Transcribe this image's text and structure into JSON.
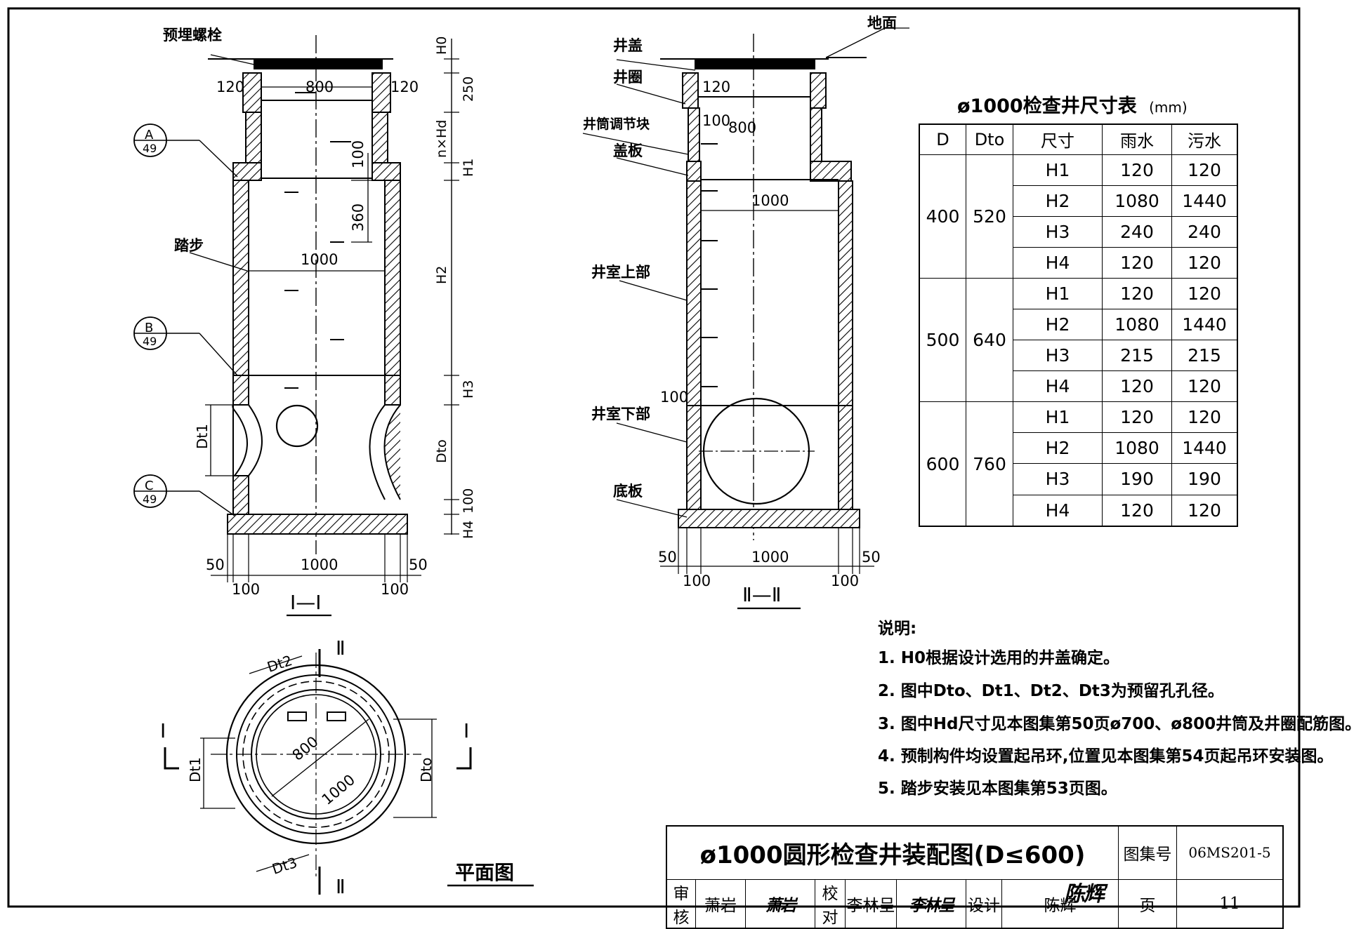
{
  "section1": {
    "label_bolt": "预埋螺栓",
    "label_step": "踏步",
    "callout_a": {
      "letter": "A",
      "page": "49"
    },
    "callout_b": {
      "letter": "B",
      "page": "49"
    },
    "callout_c": {
      "letter": "C",
      "page": "49"
    },
    "dim_120_left": "120",
    "dim_120_right": "120",
    "dim_800": "800",
    "dim_100": "100",
    "dim_360": "360",
    "dim_1000_mid": "1000",
    "dim_dt1": "Dt1",
    "bottom_50_left": "50",
    "bottom_1000": "1000",
    "bottom_50_right": "50",
    "bottom_100_left": "100",
    "bottom_100_right": "100",
    "right_dims": {
      "h0": "H0",
      "d250": "250",
      "nhd": "n×Hd",
      "h1": "H1",
      "h2": "H2",
      "h3": "H3",
      "dto": "Dto",
      "d100": "100",
      "h4": "H4"
    },
    "title": "Ⅰ—Ⅰ"
  },
  "section2": {
    "label_ground": "地面",
    "label_cover": "井盖",
    "label_ring": "井圈",
    "label_adjust": "井筒调节块",
    "label_slab": "盖板",
    "label_upper": "井室上部",
    "label_lower": "井室下部",
    "label_base": "底板",
    "dim_120": "120",
    "dim_100_top": "100",
    "dim_800": "800",
    "dim_1000": "1000",
    "dim_100_side": "100",
    "bottom_50_left": "50",
    "bottom_1000": "1000",
    "bottom_50_right": "50",
    "bottom_100_left": "100",
    "bottom_100_right": "100",
    "title": "Ⅱ—Ⅱ"
  },
  "plan": {
    "title": "平面图",
    "dim_800": "800",
    "dim_1000": "1000",
    "dt1": "Dt1",
    "dt2": "Dt2",
    "dt3": "Dt3",
    "dto": "Dto",
    "sec_i_left": "Ⅰ",
    "sec_i_right": "Ⅰ",
    "sec_ii_top": "Ⅱ",
    "sec_ii_bottom": "Ⅱ"
  },
  "table": {
    "title": "ø1000检查井尺寸表",
    "unit": "(mm)",
    "headers": [
      "D",
      "Dto",
      "尺寸",
      "雨水",
      "污水"
    ],
    "groups": [
      {
        "d": "400",
        "dto": "520",
        "rows": [
          {
            "size": "H1",
            "rain": "120",
            "sewage": "120"
          },
          {
            "size": "H2",
            "rain": "1080",
            "sewage": "1440"
          },
          {
            "size": "H3",
            "rain": "240",
            "sewage": "240"
          },
          {
            "size": "H4",
            "rain": "120",
            "sewage": "120"
          }
        ]
      },
      {
        "d": "500",
        "dto": "640",
        "rows": [
          {
            "size": "H1",
            "rain": "120",
            "sewage": "120"
          },
          {
            "size": "H2",
            "rain": "1080",
            "sewage": "1440"
          },
          {
            "size": "H3",
            "rain": "215",
            "sewage": "215"
          },
          {
            "size": "H4",
            "rain": "120",
            "sewage": "120"
          }
        ]
      },
      {
        "d": "600",
        "dto": "760",
        "rows": [
          {
            "size": "H1",
            "rain": "120",
            "sewage": "120"
          },
          {
            "size": "H2",
            "rain": "1080",
            "sewage": "1440"
          },
          {
            "size": "H3",
            "rain": "190",
            "sewage": "190"
          },
          {
            "size": "H4",
            "rain": "120",
            "sewage": "120"
          }
        ]
      }
    ]
  },
  "notes": {
    "heading": "说明:",
    "items": [
      "1. H0根据设计选用的井盖确定。",
      "2. 图中Dto、Dt1、Dt2、Dt3为预留孔孔径。",
      "3. 图中Hd尺寸见本图集第50页ø700、ø800井筒及井圈配筋图。",
      "4. 预制构件均设置起吊环,位置见本图集第54页起吊环安装图。",
      "5. 踏步安装见本图集第53页图。"
    ]
  },
  "titleblock": {
    "drawing_title": "ø1000圆形检查井装配图(D≤600)",
    "atlas_label": "图集号",
    "atlas_number": "06MS201-5",
    "review_label": "审核",
    "review_name": "萧岩",
    "review_sig": "萧岩",
    "check_label": "校对",
    "check_name": "李林呈",
    "check_sig": "李林呈",
    "design_label": "设计",
    "design_name": "陈辉",
    "design_sig": "陈辉",
    "page_label": "页",
    "page_number": "11"
  }
}
